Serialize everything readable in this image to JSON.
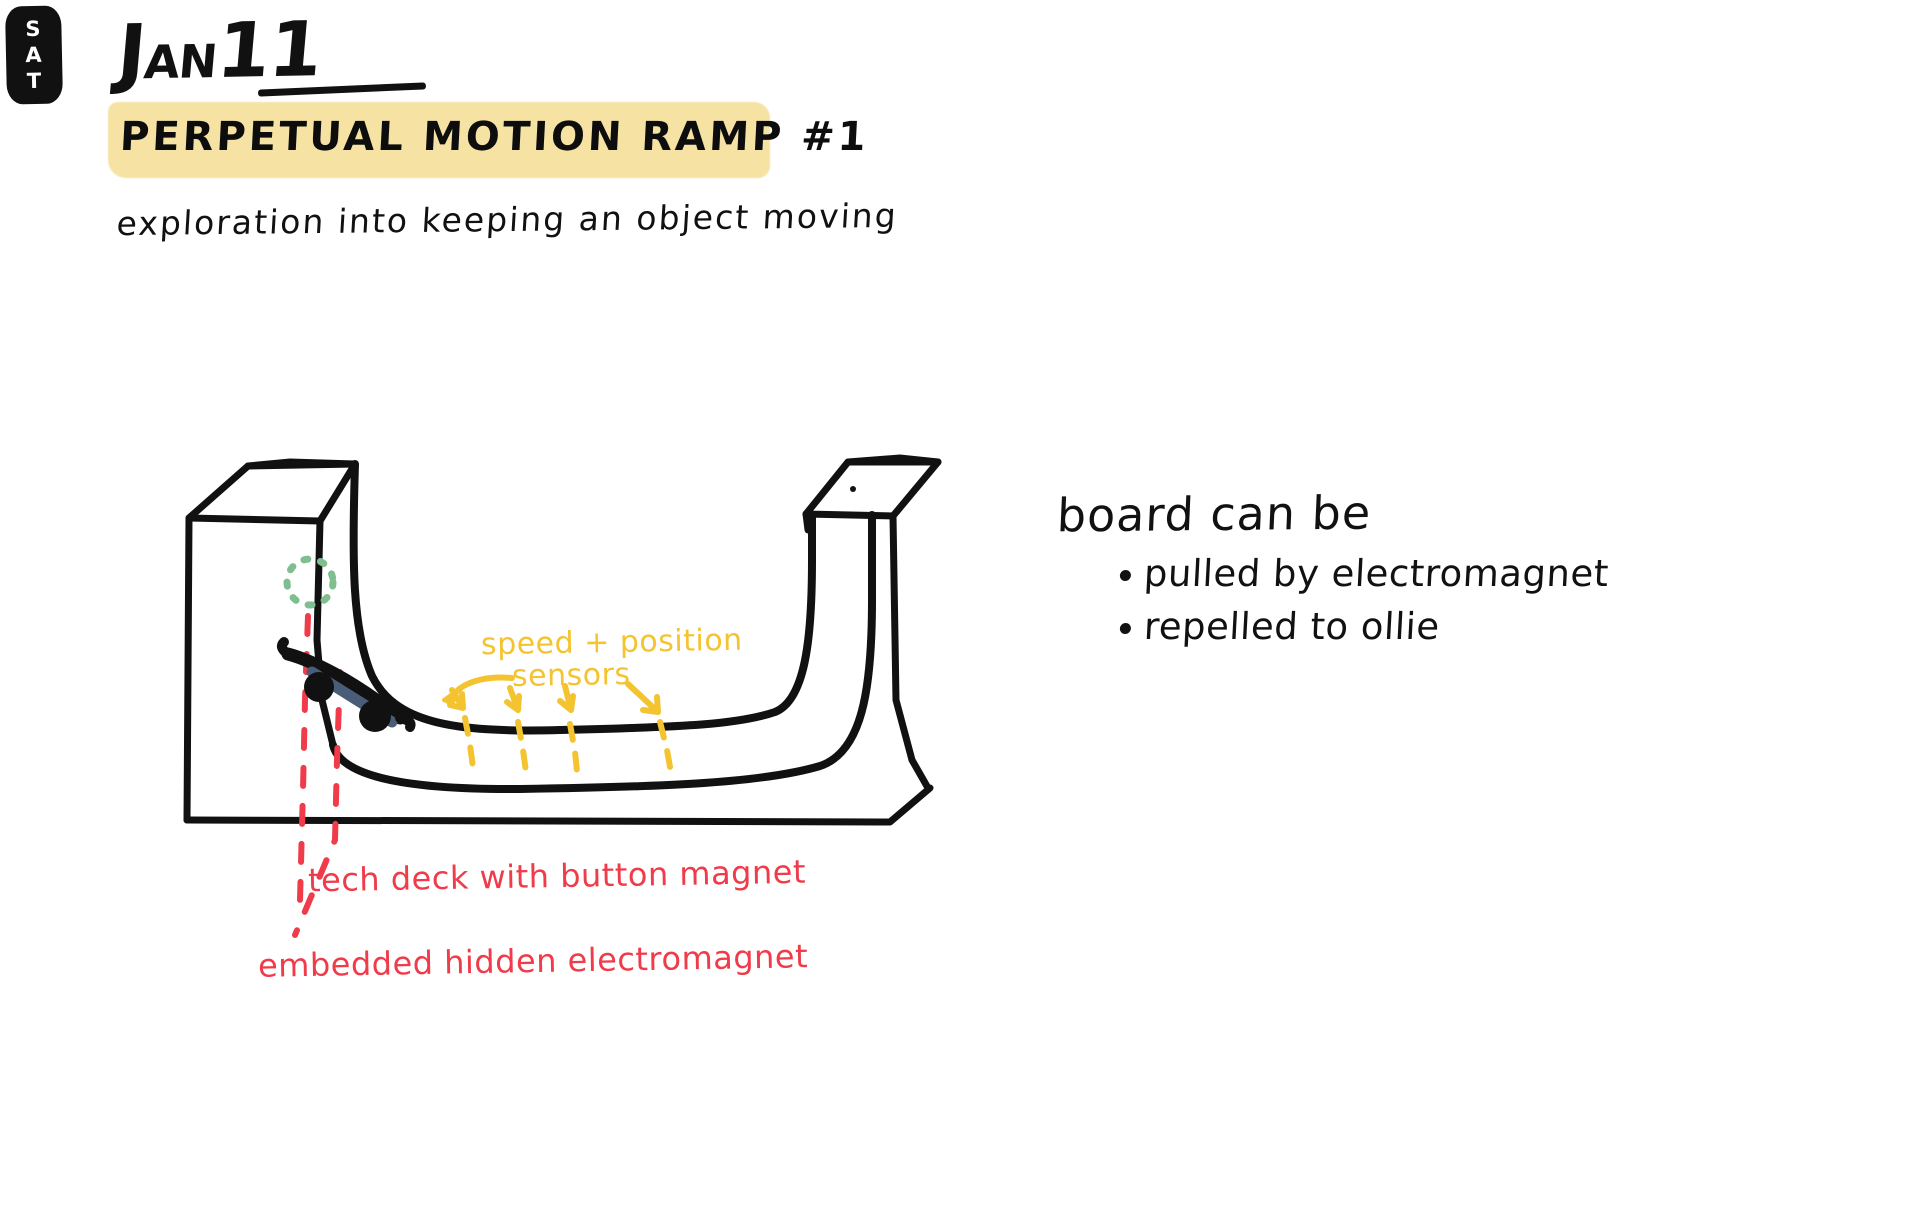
{
  "page": {
    "background_color": "#ffffff",
    "ink_color": "#111111"
  },
  "day_badge": {
    "letters": [
      "S",
      "A",
      "T"
    ],
    "background_color": "#111111",
    "text_color": "#ffffff"
  },
  "header": {
    "date_big": "J",
    "date_small": "AN",
    "date_number": "11",
    "date_full": "Jan 11",
    "title": "PERPETUAL MOTION RAMP #1",
    "title_highlight_color": "#f6e3a4",
    "subtitle": "exploration into keeping an object moving"
  },
  "diagram": {
    "name": "perpetual-motion-ramp-sketch",
    "ramp_line_color": "#111111",
    "sensor_annotation": {
      "line1": "speed + position",
      "line2": "sensors",
      "color": "#f4c430",
      "dashed_lines": 4,
      "arrows": 4
    },
    "magnet_annotations": [
      {
        "label": "tech deck with button magnet",
        "color": "#ef3b4a"
      },
      {
        "label": "embedded hidden electromagnet",
        "color": "#ef3b4a"
      }
    ],
    "field_marker": {
      "shape": "dashed-circle",
      "color": "#7fbf8f"
    },
    "skateboard": {
      "deck_color": "#4a5d78",
      "wheel_color": "#111111",
      "outline_color": "#111111"
    }
  },
  "notes": {
    "heading": "board can be",
    "bullets": [
      "pulled by electromagnet",
      "repelled to ollie"
    ],
    "bullet_color": "#111111"
  }
}
